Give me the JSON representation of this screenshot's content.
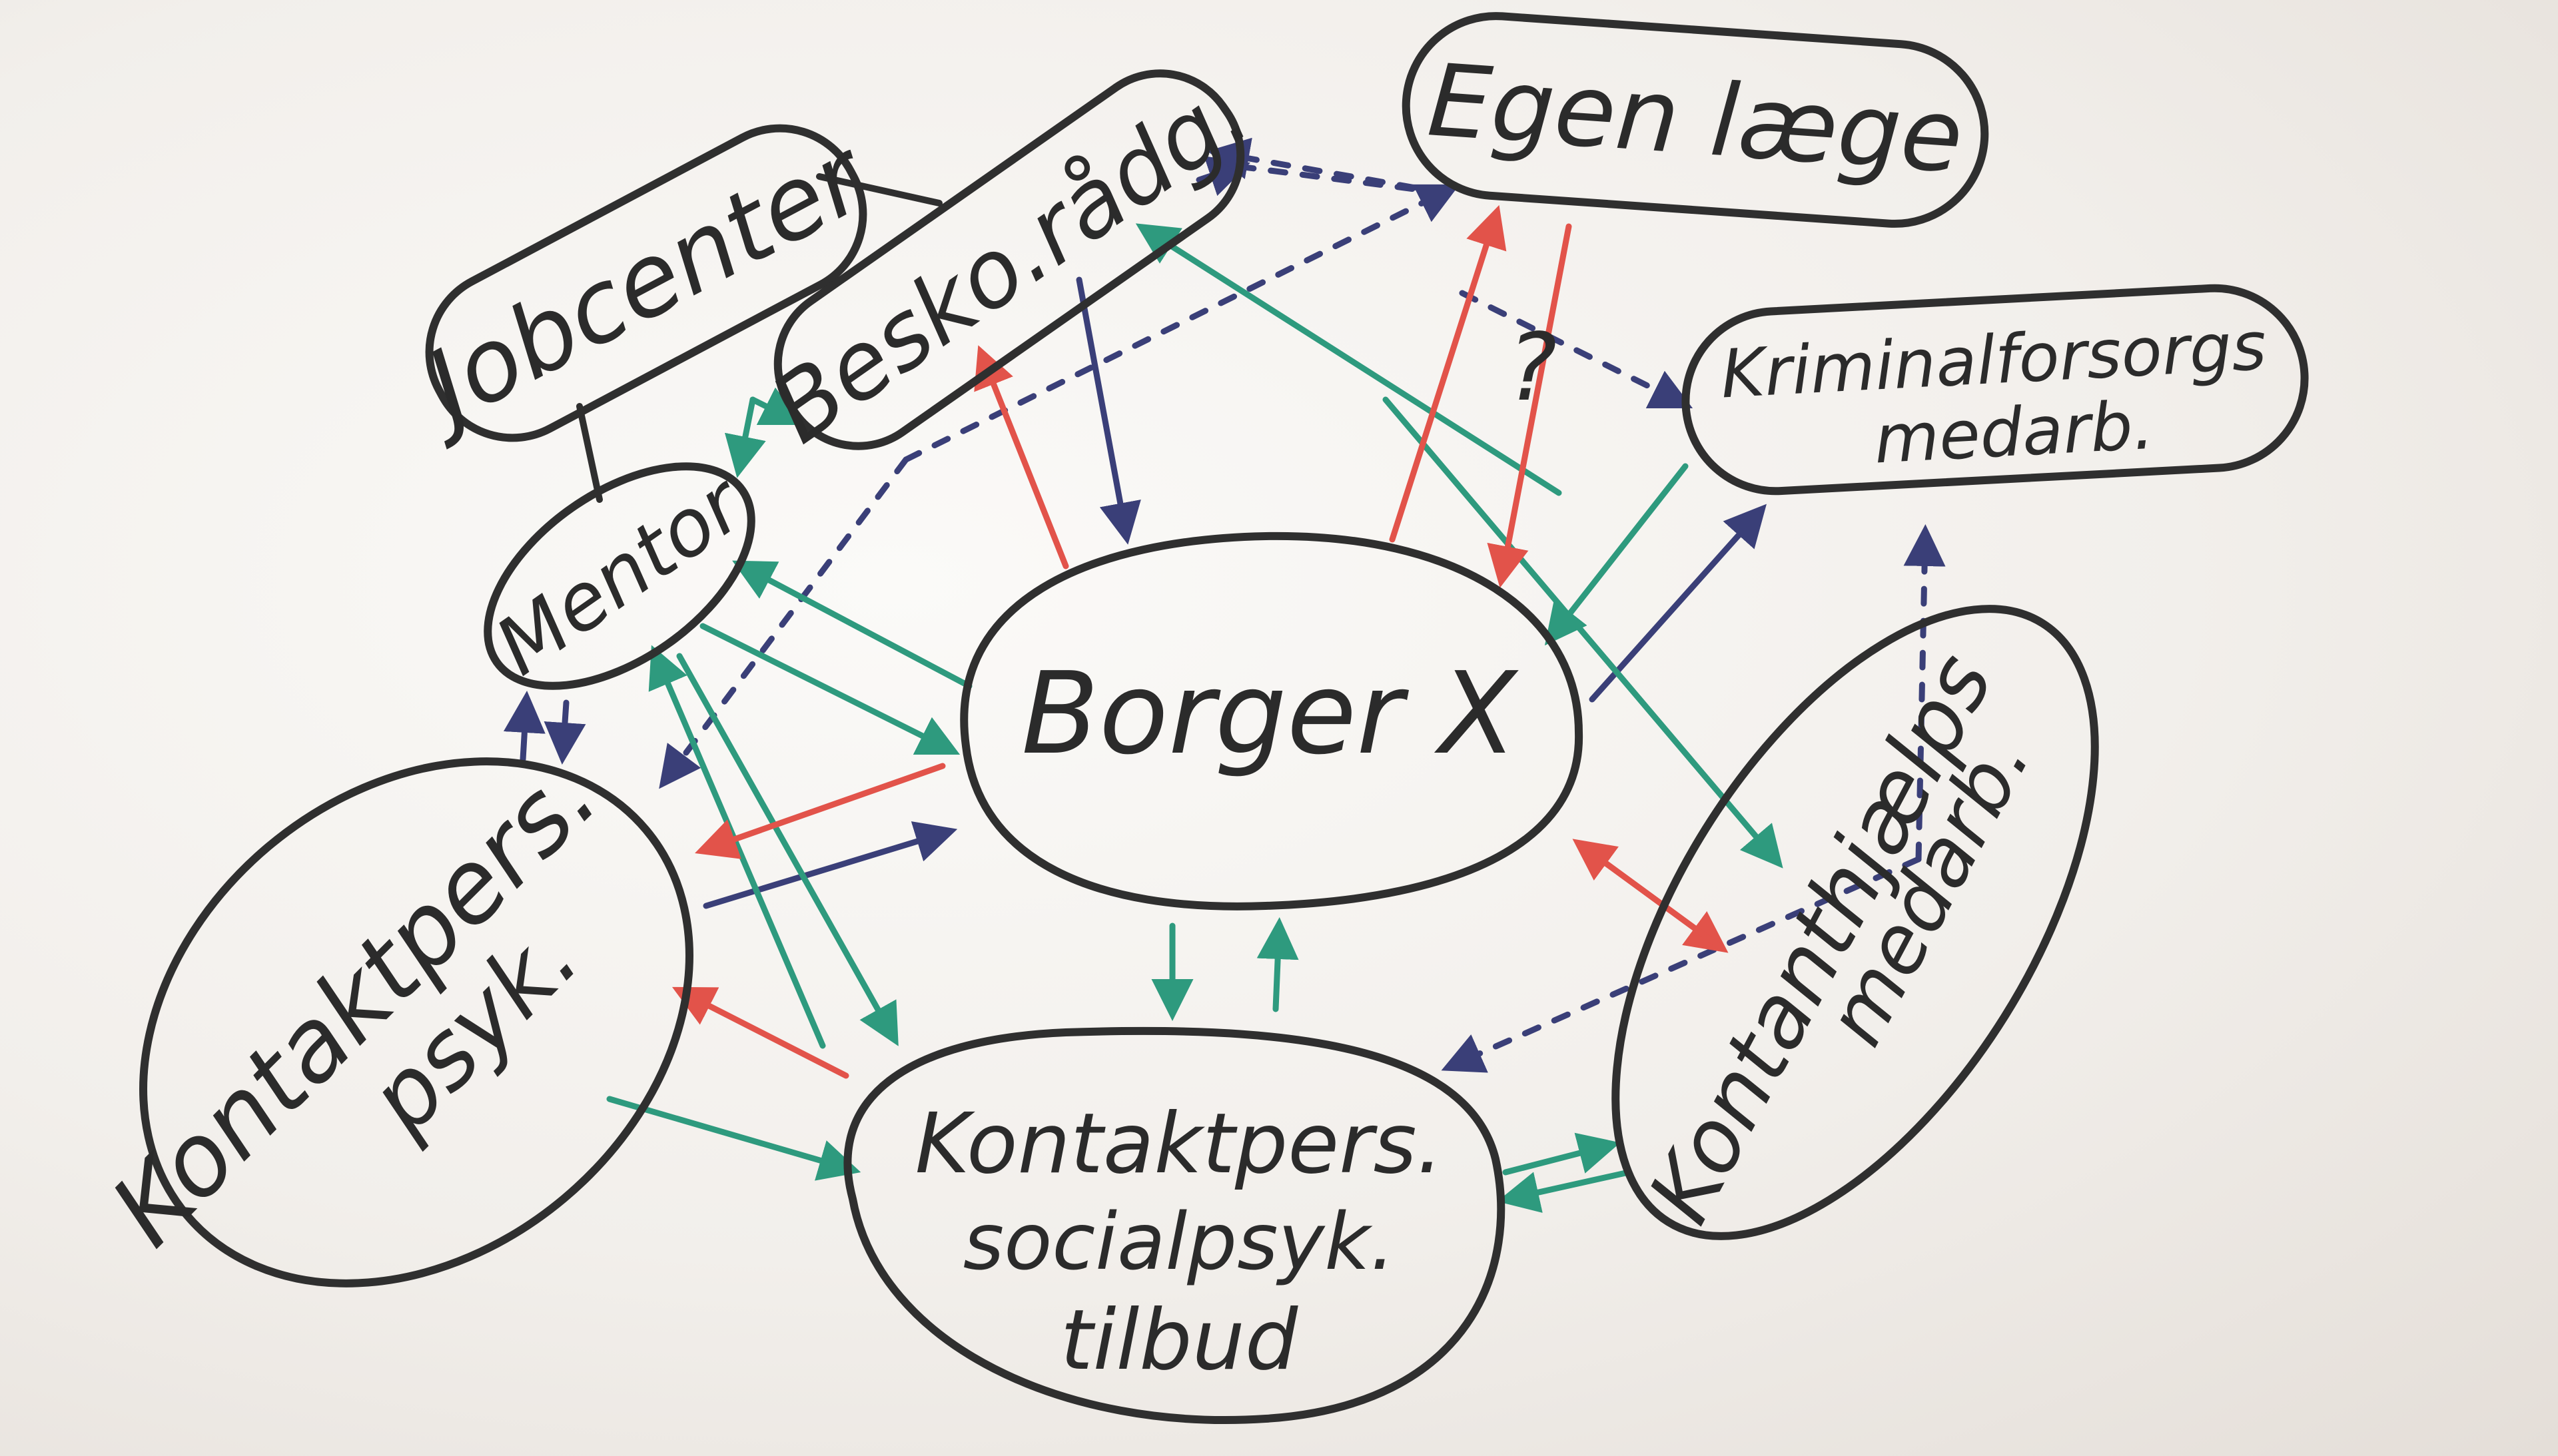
{
  "nodes": {
    "jobcenter": "Jobcenter",
    "besko_radg": "Besko.rådg.",
    "egen_laege": "Egen læge",
    "kriminalforsorg_l1": "Kriminalforsorgs",
    "kriminalforsorg_l2": "medarb.",
    "mentor": "Mentor",
    "borger": "Borger X",
    "kontaktpers_psyk_l1": "Kontaktpers.",
    "kontaktpers_psyk_l2": "psyk.",
    "kontaktpers_social_l1": "Kontaktpers.",
    "kontaktpers_social_l2": "socialpsyk.",
    "kontaktpers_social_l3": "tilbud",
    "kontanthjaelp_l1": "Kontanthjælps",
    "kontanthjaelp_l2": "medarb."
  },
  "annotations": {
    "question_mark": "?"
  },
  "colors": {
    "outline": "#2f2f2f",
    "navy": "#3a3f78",
    "green": "#2e9a7e",
    "red": "#e2534a",
    "paper": "#f6f3f0"
  },
  "arrow_legend": [
    {
      "color": "green",
      "style": "solid"
    },
    {
      "color": "red",
      "style": "solid"
    },
    {
      "color": "navy",
      "style": "solid"
    },
    {
      "color": "navy",
      "style": "dashed"
    }
  ]
}
